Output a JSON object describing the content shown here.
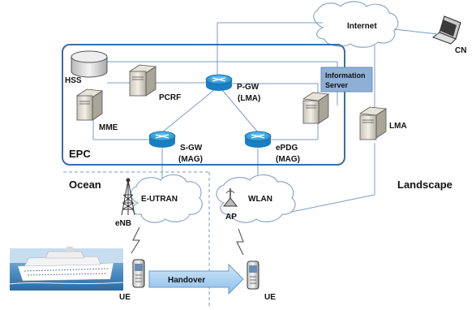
{
  "regions": {
    "epc": "EPC",
    "ocean": "Ocean",
    "landscape": "Landscape"
  },
  "clouds": {
    "internet": "Internet",
    "eutran": "E-UTRAN",
    "wlan": "WLAN"
  },
  "nodes": {
    "hss": "HSS",
    "mme": "MME",
    "pcrf": "PCRF",
    "pgw": "P-GW",
    "pgw_role": "(LMA)",
    "sgw": "S-GW",
    "sgw_role": "(MAG)",
    "epdg": "ePDG",
    "epdg_role": "(MAG)",
    "info_server_line1": "Information",
    "info_server_line2": "Server",
    "lma": "LMA",
    "cn": "CN",
    "enb": "eNB",
    "ap": "AP",
    "ue_left": "UE",
    "ue_right": "UE"
  },
  "handover": "Handover",
  "colors": {
    "epc_border": "#3a6ea5",
    "router": "#2aa6e0",
    "info_server": "#8fb0d6",
    "handover_fill": "#a8cff0",
    "wire": "#7a9cc6"
  }
}
